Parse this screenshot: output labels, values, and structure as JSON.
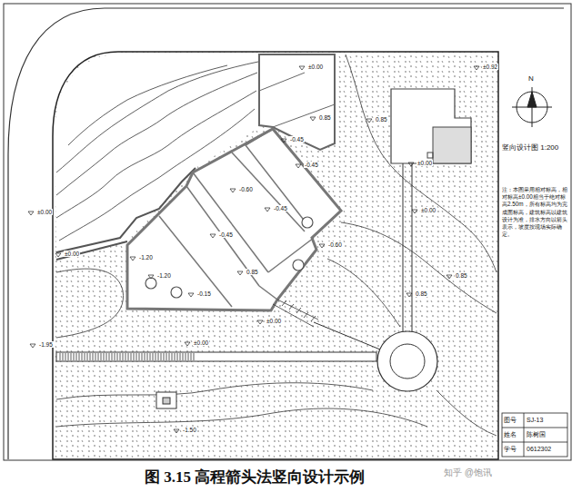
{
  "diagram": {
    "caption": "图 3.15   高程箭头法竖向设计示例",
    "labels": [
      "竖向设计图 1:200",
      "N",
      "注：本图采用相对标高，相对标高±0.00相当于绝对标高2.50m，所有标高均为完成面标高，建筑标高以建筑设计为准，排水方向以箭头表示，坡度按现场实际确定。",
      "图号",
      "SJ-13",
      "姓名",
      "陈树国",
      "学号",
      "0612302",
      "知乎 @饱讯",
      "±0.00",
      "±0.92",
      "-0.45",
      "0.85",
      "-0.45",
      "-0.60",
      "±0.00",
      "0.85",
      "-0.45",
      "-0.45",
      "-1.20",
      "-0.15",
      "0.85",
      "±0.00",
      "-0.60",
      "±0.00",
      "±0.00",
      "-1.20",
      "0.85",
      "±0.00",
      "0.85",
      "-1.95",
      "-1.50",
      "±0.00"
    ]
  }
}
